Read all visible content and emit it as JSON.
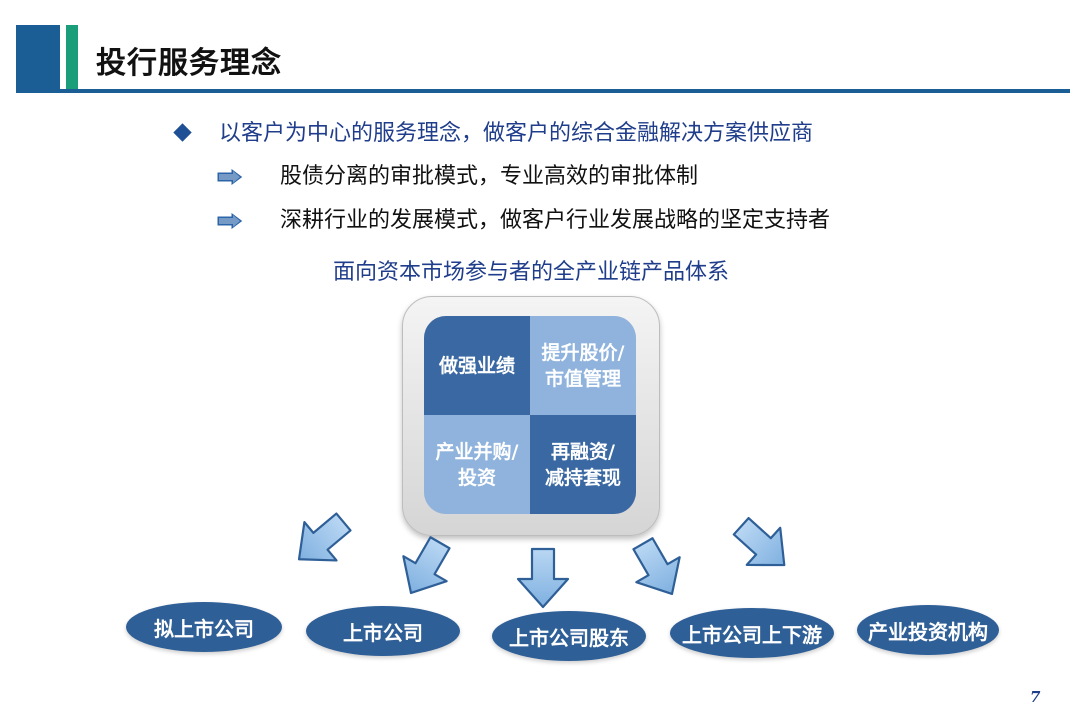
{
  "header": {
    "title": "投行服务理念"
  },
  "bullets": {
    "main": "以客户为中心的服务理念，做客户的综合金融解决方案供应商",
    "sub": [
      "股债分离的审批模式，专业高效的审批体制",
      "深耕行业的发展模式，做客户行业发展战略的坚定支持者"
    ]
  },
  "subtitle": "面向资本市场参与者的全产业链产品体系",
  "matrix": {
    "top_left": "做强业绩",
    "top_right_1": "提升股价/",
    "top_right_2": "市值管理",
    "bottom_left_1": "产业并购/",
    "bottom_left_2": "投资",
    "bottom_right_1": "再融资/",
    "bottom_right_2": "减持套现"
  },
  "targets": [
    "拟上市公司",
    "上市公司",
    "上市公司股东",
    "上市公司上下游",
    "产业投资机构"
  ],
  "page_number": "7",
  "colors": {
    "primary": "#1b5e96",
    "accent": "#1a9e7a",
    "ellipse": "#2f5f97",
    "arrow": "#8fbce6"
  }
}
